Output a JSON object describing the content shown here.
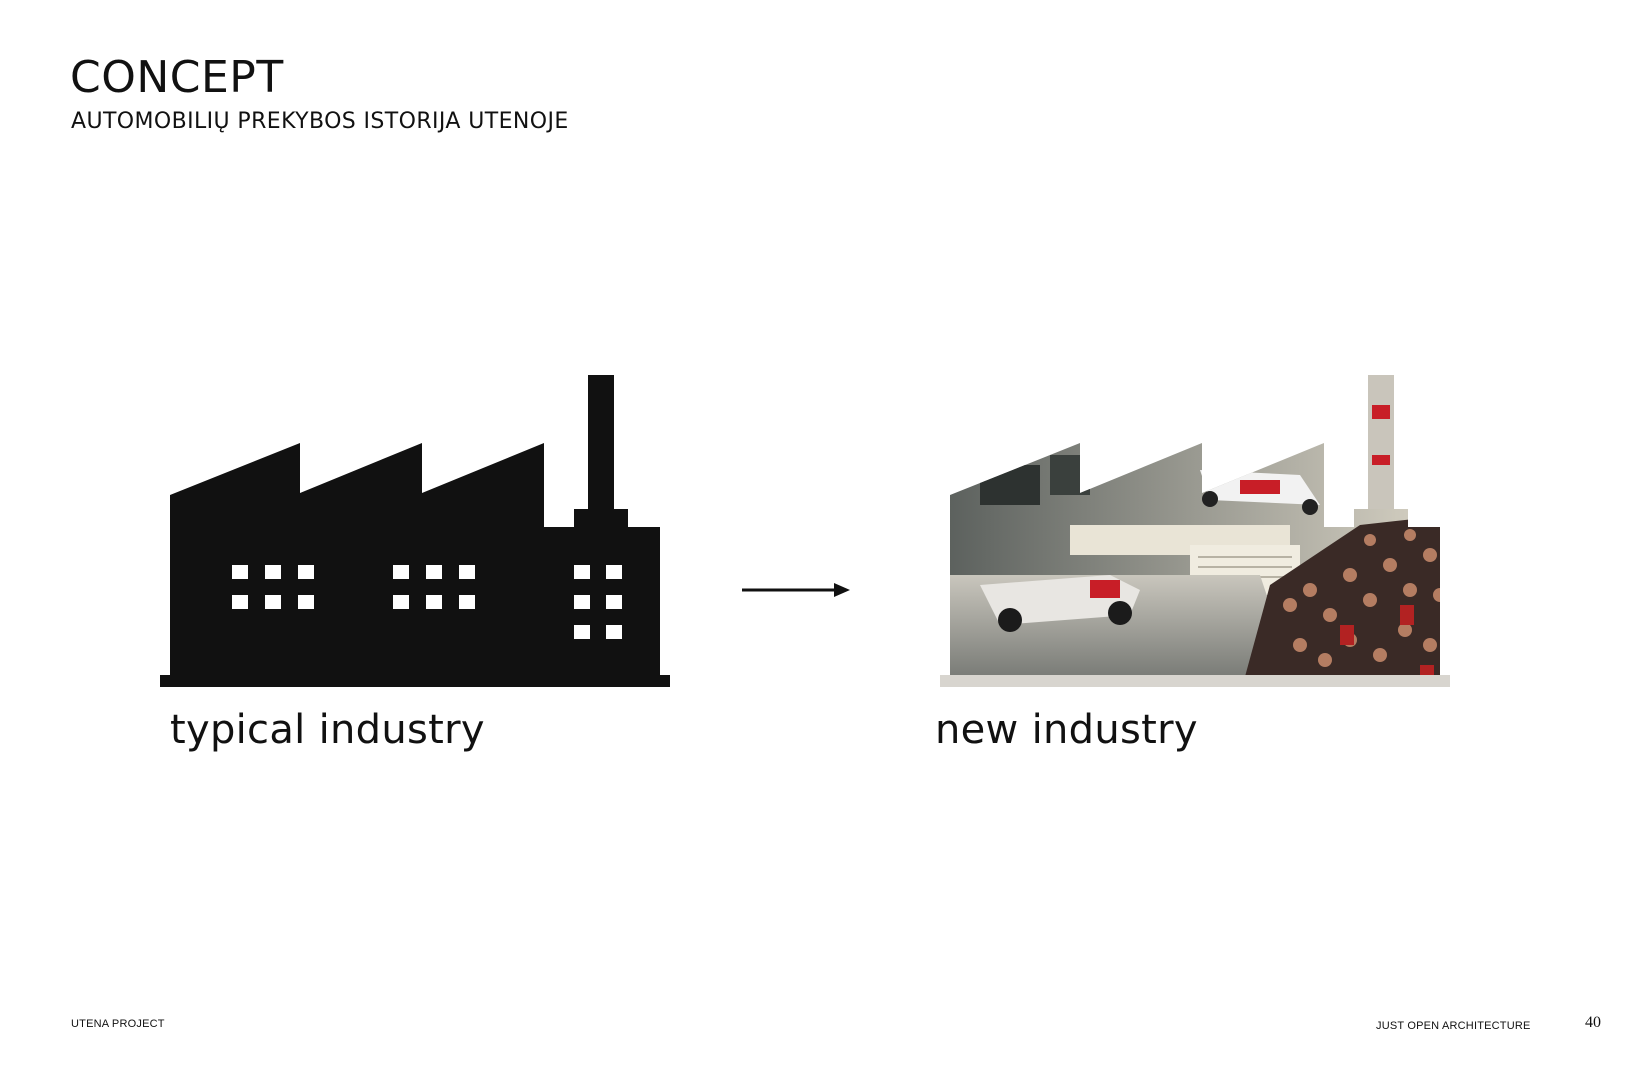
{
  "header": {
    "title": "CONCEPT",
    "subtitle": "AUTOMOBILIŲ PREKYBOS ISTORIJA UTENOJE"
  },
  "diagram": {
    "left_caption": "typical industry",
    "right_caption": "new industry",
    "left_icon": "factory-silhouette-icon",
    "right_icon": "factory-photo-collage",
    "arrow_icon": "arrow-right-icon"
  },
  "footer": {
    "left": "UTENA PROJECT",
    "right": "JUST OPEN ARCHITECTURE",
    "page_number": "40"
  },
  "colors": {
    "ink": "#111111",
    "background": "#ffffff"
  }
}
